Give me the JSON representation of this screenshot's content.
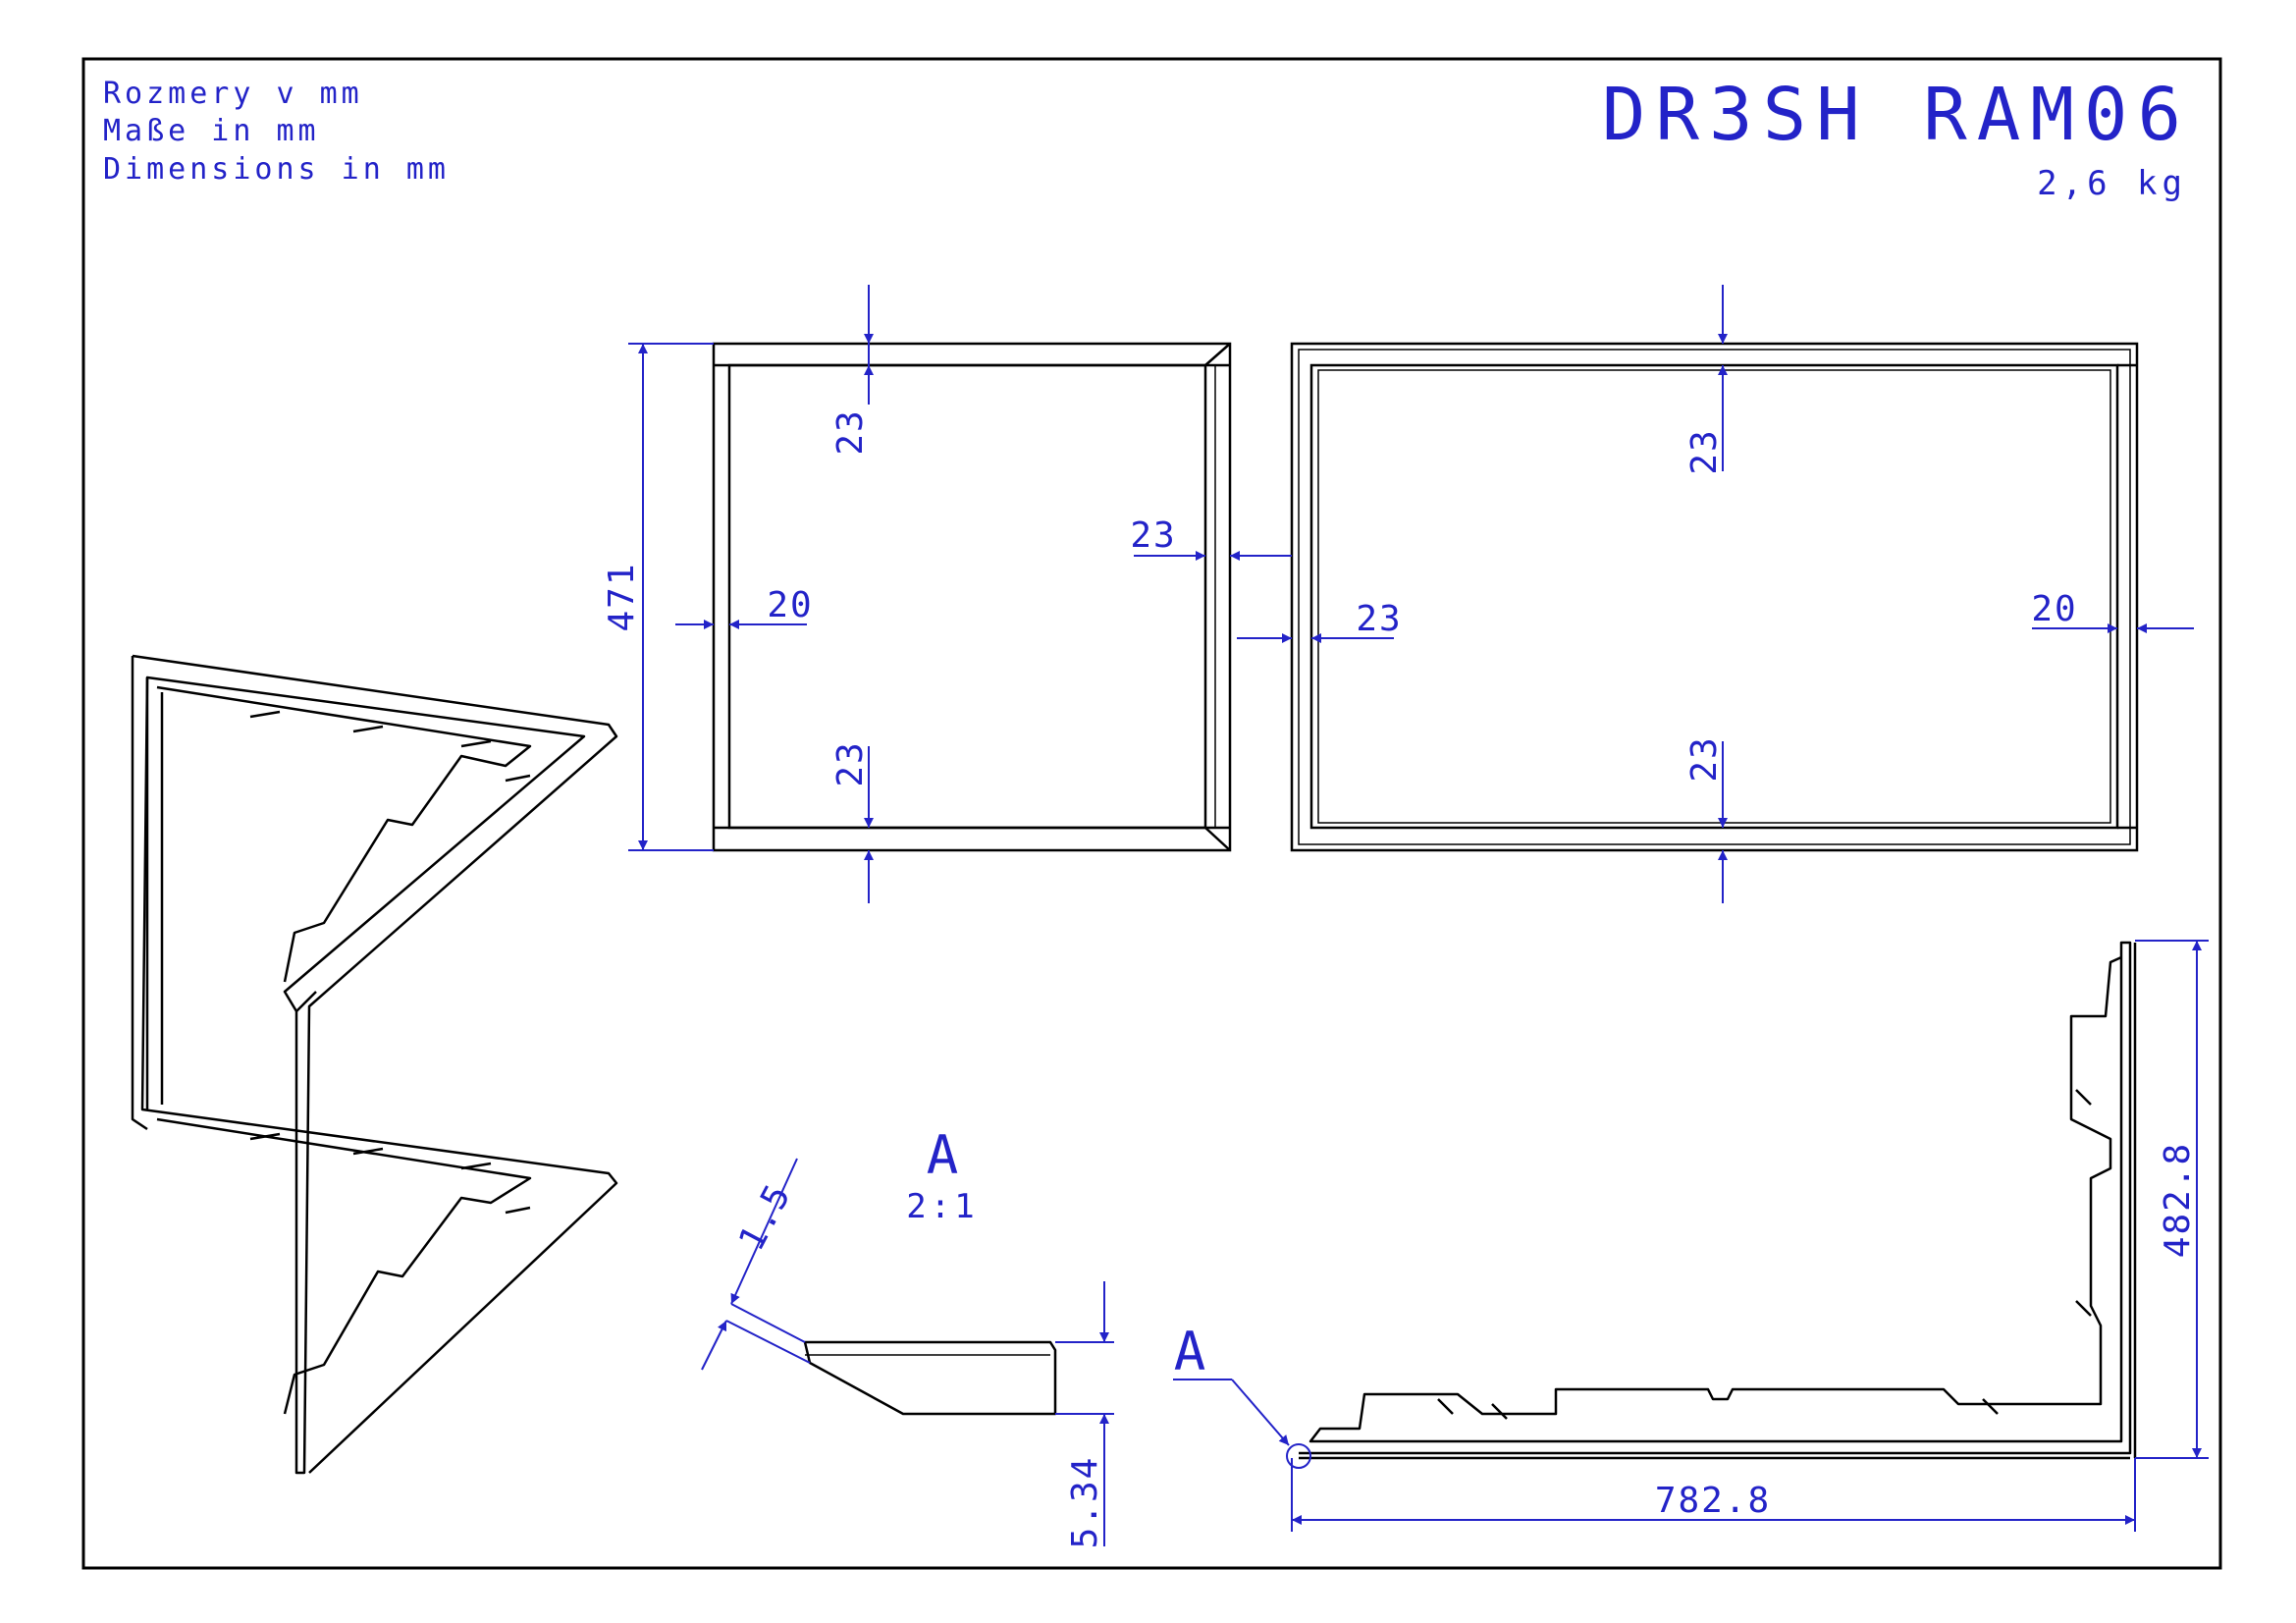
{
  "title_block": {
    "units_sk": "Rozmery v mm",
    "units_de": "Maße in mm",
    "units_en": "Dimensions in mm",
    "part_code": "DR3SH RAM06",
    "weight": "2,6 kg"
  },
  "dimensions": {
    "left_height": "471",
    "left_top_flange": "23",
    "left_bottom_flange": "23",
    "left_side_flange": "20",
    "gap_upper": "23",
    "gap_lower": "23",
    "right_top_flange": "23",
    "right_bottom_flange": "23",
    "right_side_flange": "20",
    "profile_height": "482.8",
    "profile_width": "782.8",
    "detail_thickness": "1.5",
    "detail_height": "5.34"
  },
  "detail": {
    "label": "A",
    "scale": "2:1",
    "callout_label": "A"
  },
  "colors": {
    "line": "#000000",
    "dimension": "#2323c8"
  }
}
